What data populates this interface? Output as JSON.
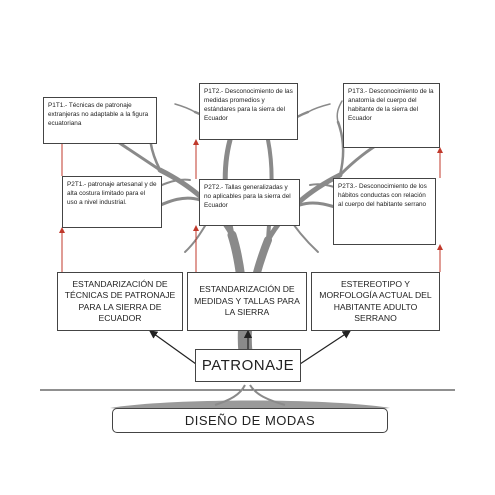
{
  "top_problems": [
    {
      "code": "P1T1",
      "text": "P1T1.- Técnicas de patronaje extranjeras  no adaptable a la figura ecuatoriana"
    },
    {
      "code": "P1T2",
      "text": "P1T2.- Desconocimiento de las medidas promedios y estándares para la sierra del Ecuador"
    },
    {
      "code": "P1T3",
      "text": "P1T3.- Desconocimiento de la anatomía del cuerpo del habitante de la sierra del Ecuador"
    }
  ],
  "second_problems": [
    {
      "code": "P2T1",
      "text": "P2T1.- patronaje artesanal y de alta costura limitado para el uso a nivel industrial."
    },
    {
      "code": "P2T2",
      "text": "P2T2.- Tallas generalizadas y no aplicables para la sierra del Ecuador"
    },
    {
      "code": "P2T3",
      "text": "P2T3.- Desconocimiento de los hábitos conductas con relación al cuerpo del habitante serrano"
    }
  ],
  "branches": [
    "ESTANDARIZACIÓN  DE TÉCNICAS DE PATRONAJE PARA LA SIERRA DE ECUADOR",
    "ESTANDARIZACIÓN DE MEDIDAS Y TALLAS PARA LA SIERRA",
    "ESTEREOTIPO Y MORFOLOGÍA ACTUAL DEL HABITANTE ADULTO SERRANO"
  ],
  "trunk_label": "PATRONAJE",
  "roots_label": "DISEÑO DE MODAS",
  "colors": {
    "arrow_red": "#c0392b",
    "arrow_black": "#222222",
    "tree": "#8a8a8a",
    "box_border": "#444444"
  }
}
